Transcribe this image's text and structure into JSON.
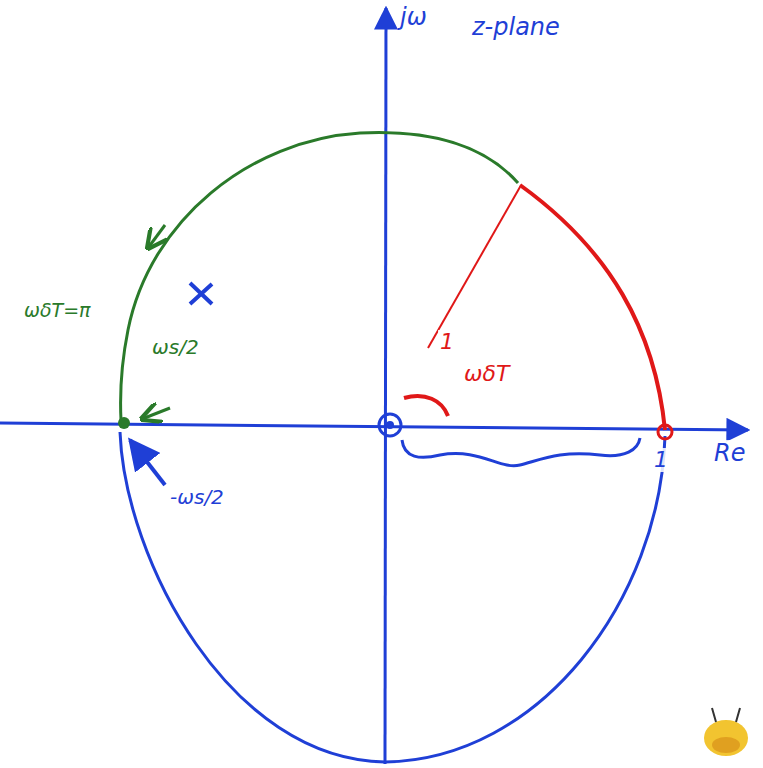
{
  "diagram": {
    "labels": [
      "jω",
      "z-plane",
      "ωδT=π",
      "ωs/2",
      "-ωs/2",
      "1",
      "ωδT",
      "1",
      "Re"
    ]
  }
}
